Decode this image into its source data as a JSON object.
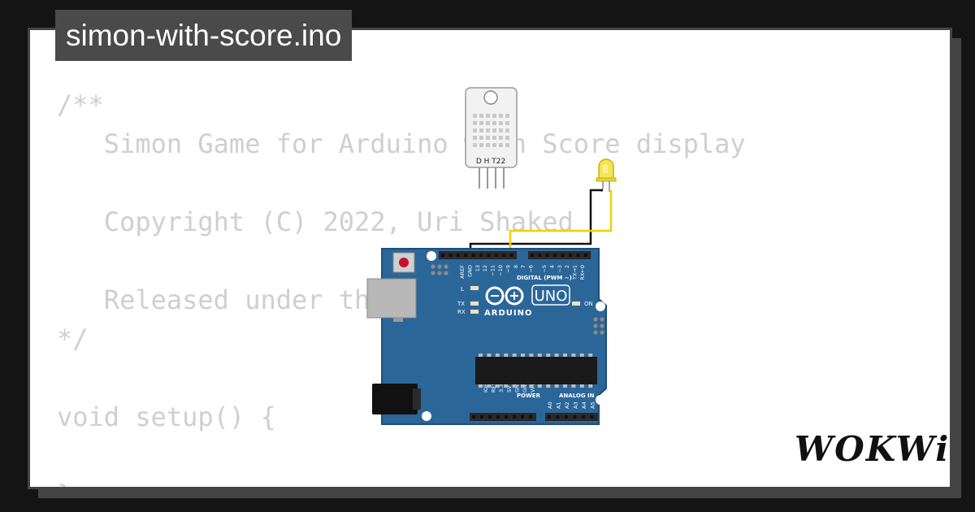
{
  "project": {
    "filename": "simon-with-score.ino"
  },
  "code_lines": [
    "/**",
    "   Simon Game for Arduino with Score display",
    "",
    "   Copyright (C) 2022, Uri Shaked",
    "",
    "   Released under the MIT License.",
    "*/",
    "",
    "void setup() {",
    "",
    "}"
  ],
  "board": {
    "brand": "ARDUINO",
    "model": "UNO",
    "digital_label": "DIGITAL (PWM ~)",
    "power_label": "POWER",
    "analog_label": "ANALOG IN",
    "led_l": "L",
    "led_tx": "TX",
    "led_rx": "RX",
    "led_on": "ON",
    "pins_top": [
      "AREF",
      "GND",
      "13",
      "12",
      "~11",
      "~10",
      "~9",
      "8",
      "7",
      "~6",
      "~5",
      "4",
      "~3",
      "2",
      "TX→1",
      "RX←0"
    ],
    "pins_power": [
      "IOREF",
      "RESET",
      "3.3V",
      "5V",
      "GND",
      "GND",
      "Vin"
    ],
    "pins_analog": [
      "A0",
      "A1",
      "A2",
      "A3",
      "A4",
      "A5"
    ]
  },
  "sensor": {
    "label": "D H T22"
  },
  "brand": {
    "logo_text": "WOKWi"
  },
  "colors": {
    "board_blue": "#2b6699",
    "board_edge": "#1e4f7a",
    "wire_black": "#111111",
    "wire_yellow": "#f2d000",
    "led_yellow": "#f5e35a",
    "code_gray": "#cfcfcf",
    "tag_bg": "#4a4a4a"
  }
}
